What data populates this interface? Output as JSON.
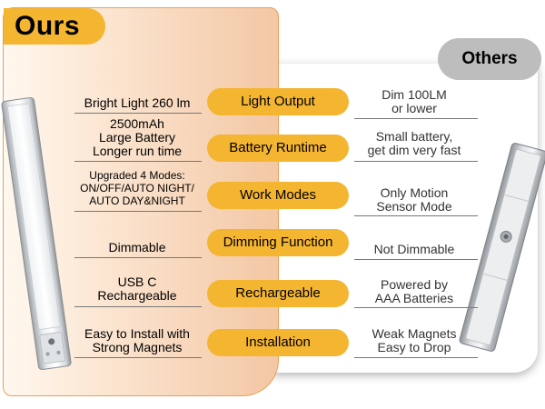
{
  "ours_label": "Ours",
  "others_label": "Others",
  "colors": {
    "accent": "#f4b531",
    "ours_border": "#e8a05a",
    "others_badge": "#bdbdbd"
  },
  "rows": [
    {
      "feature": "Light Output",
      "ours": [
        "Bright Light 260 lm"
      ],
      "others": [
        "Dim 100LM",
        "or lower"
      ]
    },
    {
      "feature": "Battery Runtime",
      "ours": [
        "2500mAh",
        "Large Battery",
        "Longer run time"
      ],
      "others": [
        "Small battery,",
        "get dim very fast"
      ]
    },
    {
      "feature": "Work Modes",
      "ours": [
        "Upgraded 4 Modes:",
        "ON/OFF/AUTO NIGHT/",
        "AUTO DAY&NIGHT"
      ],
      "others": [
        "Only Motion",
        "Sensor Mode"
      ]
    },
    {
      "feature": "Dimming Function",
      "ours": [
        "Dimmable"
      ],
      "others": [
        "Not Dimmable"
      ]
    },
    {
      "feature": "Rechargeable",
      "ours": [
        "USB C",
        "Rechargeable"
      ],
      "others": [
        "Powered by",
        "AAA Batteries"
      ]
    },
    {
      "feature": "Installation",
      "ours": [
        "Easy to Install with",
        "Strong Magnets"
      ],
      "others": [
        "Weak Magnets",
        "Easy to Drop"
      ]
    }
  ]
}
